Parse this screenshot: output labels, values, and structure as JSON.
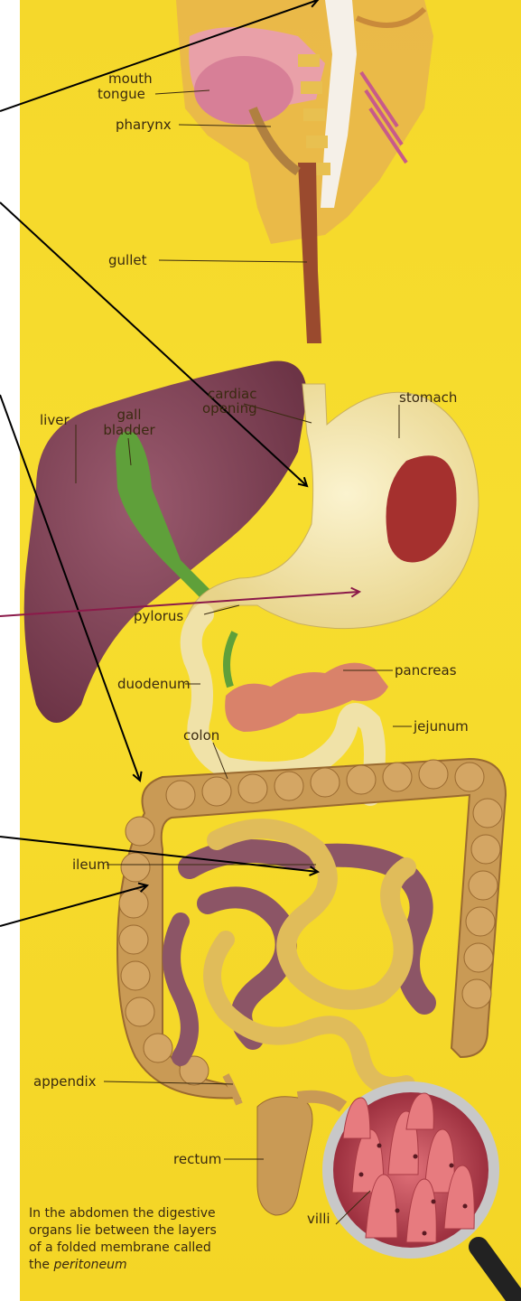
{
  "labels": {
    "mouth": "mouth",
    "tongue": "tongue",
    "pharynx": "pharynx",
    "gullet": "gullet",
    "liver": "liver",
    "gall_bladder_line1": "gall",
    "gall_bladder_line2": "bladder",
    "cardiac_line1": "cardiac",
    "cardiac_line2": "opening",
    "stomach": "stomach",
    "pylorus": "pylorus",
    "duodenum": "duodenum",
    "pancreas": "pancreas",
    "colon": "colon",
    "jejunum": "jejunum",
    "ileum": "ileum",
    "appendix": "appendix",
    "rectum": "rectum",
    "villi": "villi"
  },
  "caption": {
    "line1": "In the abdomen the digestive",
    "line2": "organs lie between the layers",
    "line3_prefix": "of a folded membrane called",
    "line4_prefix": "the ",
    "line4_emphasis": "peritoneum"
  },
  "colors": {
    "background": "#f5d82b",
    "arrow_black": "#000000",
    "arrow_maroon": "#8b1a4a",
    "liver": "#8a4a5e",
    "gall_bladder": "#5fa03a",
    "stomach": "#f3e9b8",
    "intestine_tan": "#c99a55",
    "small_intestine": "#d6b050",
    "ileum_purple": "#8c5566",
    "pancreas": "#d9826a",
    "magnifier_rim": "#b0b0b0",
    "villi_pink": "#d9606a",
    "label_text": "#3a2a10"
  }
}
